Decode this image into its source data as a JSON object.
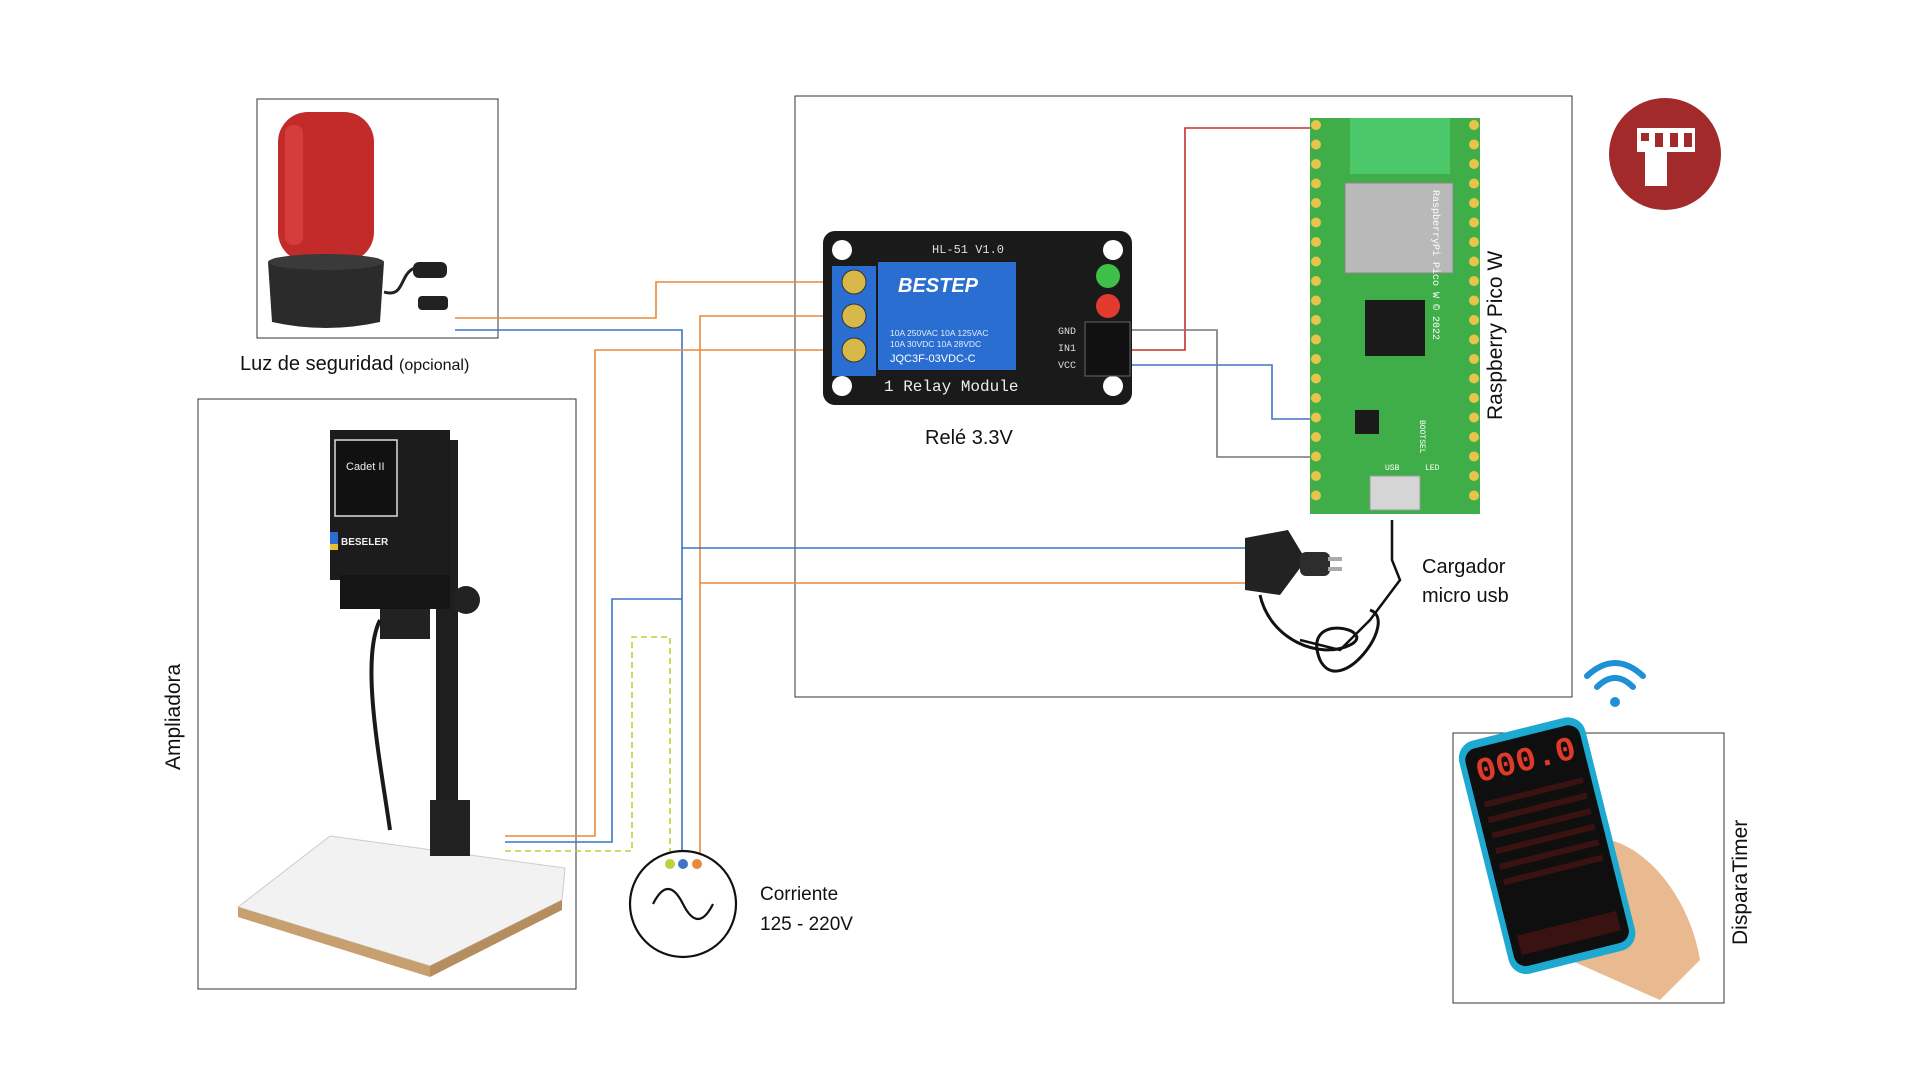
{
  "labels": {
    "safety_light": "Luz de seguridad",
    "safety_light_optional": "(opcional)",
    "relay": "Relé 3.3V",
    "pico": "Raspberry Pico W",
    "charger_line1": "Cargador",
    "charger_line2": "micro usb",
    "enlarger": "Ampliadora",
    "power_line1": "Corriente",
    "power_line2": "125 - 220V",
    "app": "DisparaTimer"
  },
  "relay_board": {
    "model": "HL-51 V1.0",
    "brand": "BESTEP",
    "spec1": "10A 250VAC 10A 125VAC",
    "spec2": "10A 30VDC 10A 28VDC",
    "part": "JQC3F-03VDC-C",
    "title": "1 Relay Module",
    "pin_gnd": "GND",
    "pin_in1": "IN1",
    "pin_vcc": "VCC"
  },
  "pico_board": {
    "silk": "RaspberryPi Pico W © 2022",
    "bootsel": "BOOTSEL",
    "usb": "USB",
    "led": "LED"
  },
  "enlarger_device": {
    "model": "Cadet II",
    "brand": "BESELER"
  },
  "phone": {
    "display": "000.0"
  },
  "colors": {
    "wire_orange": "#e88a3c",
    "wire_blue": "#3f74c4",
    "wire_red": "#c0302b",
    "wire_gray": "#777777",
    "wire_yellow_green": "#b7d43a",
    "logo_bg": "#a32a2a",
    "wifi": "#1e90d6",
    "relay_board": "#1a1a1a",
    "relay_blue": "#2a6ed1",
    "pico_green": "#3fae49"
  },
  "icons": [
    "darkroom-logo-icon",
    "wifi-icon",
    "ac-power-icon"
  ]
}
